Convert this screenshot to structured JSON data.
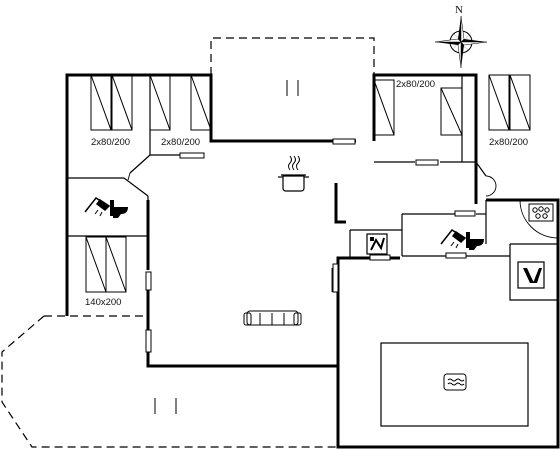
{
  "floorplan": {
    "compass": {
      "north_label": "N"
    },
    "beds": [
      {
        "id": "bed-top-left",
        "label": "2x80/200"
      },
      {
        "id": "bed-top-center-left",
        "label": "2x80/200"
      },
      {
        "id": "bed-top-right-a",
        "label": "2x80/200"
      },
      {
        "id": "bed-top-right-b",
        "label": "2x80/200"
      },
      {
        "id": "bed-left-single",
        "label": "140x200"
      }
    ],
    "icons": [
      "compass-rose-icon",
      "cooking-pot-icon",
      "sofa-icon",
      "shower-toilet-icon",
      "hob-icon",
      "washing-machine-icon",
      "sauna-icon",
      "pool-icon"
    ],
    "colors": {
      "wall": "#000000",
      "furniture": "#111111",
      "background": "#ffffff"
    }
  }
}
